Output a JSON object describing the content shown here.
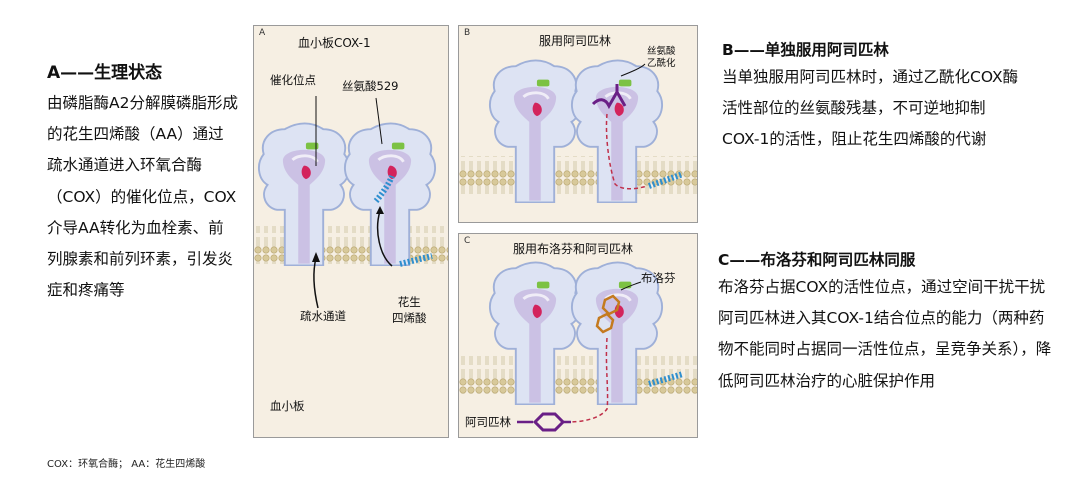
{
  "left": {
    "title": "A——生理状态",
    "body": "由磷脂酶A2分解膜磷脂形成的花生四烯酸（AA）通过疏水通道进入环氧合酶（COX）的催化位点，COX介导AA转化为血栓素、前列腺素和前列环素，引发炎症和疼痛等"
  },
  "footnote": "COX：环氧合酶； AA：花生四烯酸",
  "panel_a": {
    "letter": "A",
    "title": "血小板COX-1",
    "catalytic_site": "催化位点",
    "serine": "丝氨酸529",
    "channel": "疏水通道",
    "aa": "花生\n四烯酸",
    "platelet": "血小板"
  },
  "panel_b": {
    "letter": "B",
    "title": "服用阿司匹林",
    "acetylation": "丝氨酸\n乙酰化"
  },
  "panel_c": {
    "letter": "C",
    "title": "服用布洛芬和阿司匹林",
    "ibuprofen": "布洛芬",
    "aspirin": "阿司匹林"
  },
  "right": {
    "b_title": "B——单独服用阿司匹林",
    "b_body": "当单独服用阿司匹林时，通过乙酰化COX酶活性部位的丝氨酸残基，不可逆地抑制COX-1的活性，阻止花生四烯酸的代谢",
    "c_title": "C——布洛芬和阿司匹林同服",
    "c_body": "布洛芬占据COX的活性位点，通过空间干扰干扰阿司匹林进入其COX-1结合位点的能力（两种药物不能同时占据同一活性位点，呈竞争关系），降低阿司匹林治疗的心脏保护作用"
  },
  "colors": {
    "panel_bg": "#f6efe3",
    "protein": "#dde3f3",
    "channel": "#b9a8d6",
    "catalytic": "#d3235c",
    "serine": "#7cc243",
    "aa": "#2f8fcf",
    "aspirin": "#6a1f86",
    "ibuprofen": "#c47a1f"
  }
}
